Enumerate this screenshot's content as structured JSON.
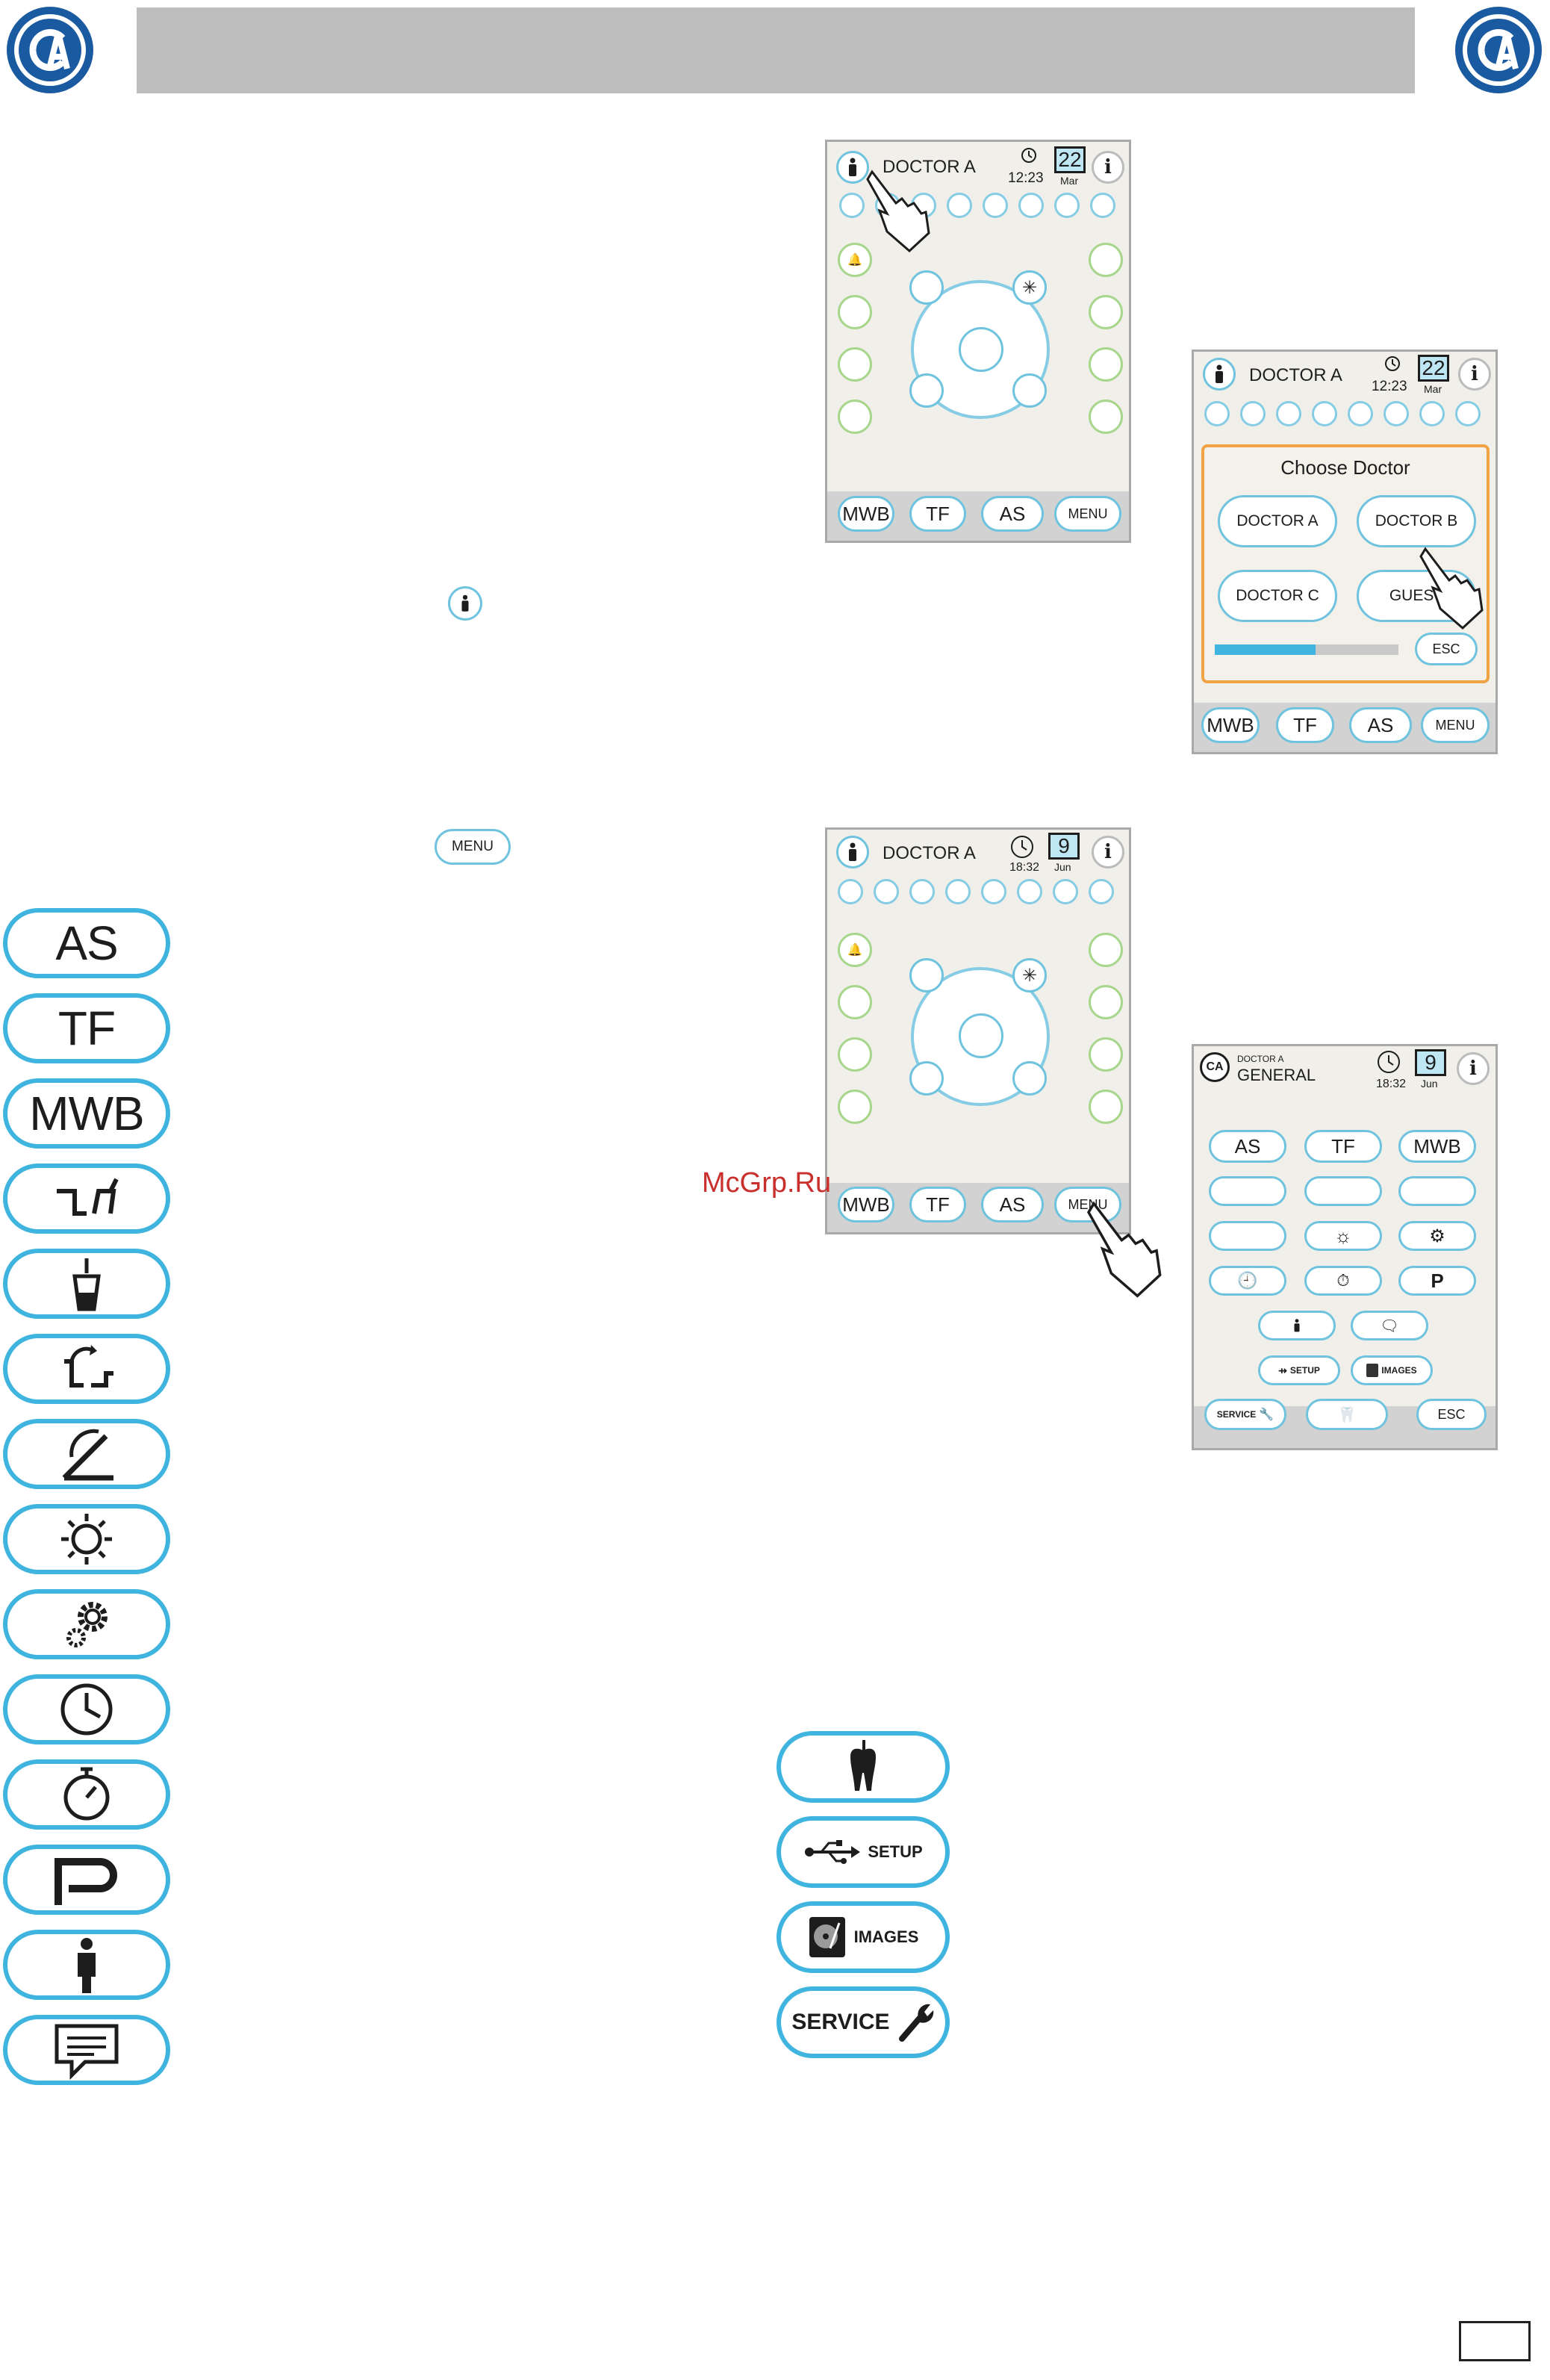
{
  "screen1": {
    "doctor": "DOCTOR A",
    "time": "12:23",
    "day": "22",
    "month": "Mar",
    "bottom": [
      "MWB",
      "TF",
      "AS",
      "MENU"
    ]
  },
  "screen2": {
    "doctor": "DOCTOR A",
    "time": "12:23",
    "day": "22",
    "month": "Mar",
    "dialog_title": "Choose Doctor",
    "doctor_options": [
      "DOCTOR A",
      "DOCTOR B",
      "DOCTOR C",
      "GUEST"
    ],
    "esc": "ESC",
    "progress": 0.55,
    "bottom": [
      "MWB",
      "TF",
      "AS",
      "MENU"
    ]
  },
  "screen3": {
    "doctor": "DOCTOR A",
    "time": "18:32",
    "day": "9",
    "month": "Jun",
    "bottom": [
      "MWB",
      "TF",
      "AS",
      "MENU"
    ]
  },
  "screen4": {
    "doctor": "DOCTOR A",
    "section": "GENERAL",
    "time": "18:32",
    "day": "9",
    "month": "Jun",
    "row1": [
      "AS",
      "TF",
      "MWB"
    ],
    "setup": "SETUP",
    "images": "IMAGES",
    "service": "SERVICE",
    "esc": "ESC"
  },
  "inline": {
    "menu": "MENU"
  },
  "legend": [
    "AS",
    "TF",
    "MWB"
  ],
  "right_buttons": {
    "setup": "SETUP",
    "images": "IMAGES",
    "service": "SERVICE"
  },
  "watermark": "McGrp.Ru",
  "colors": {
    "accent": "#3fb4de",
    "green": "#a8d68c",
    "orange": "#f0a244",
    "logo": "#1a5aa0"
  }
}
